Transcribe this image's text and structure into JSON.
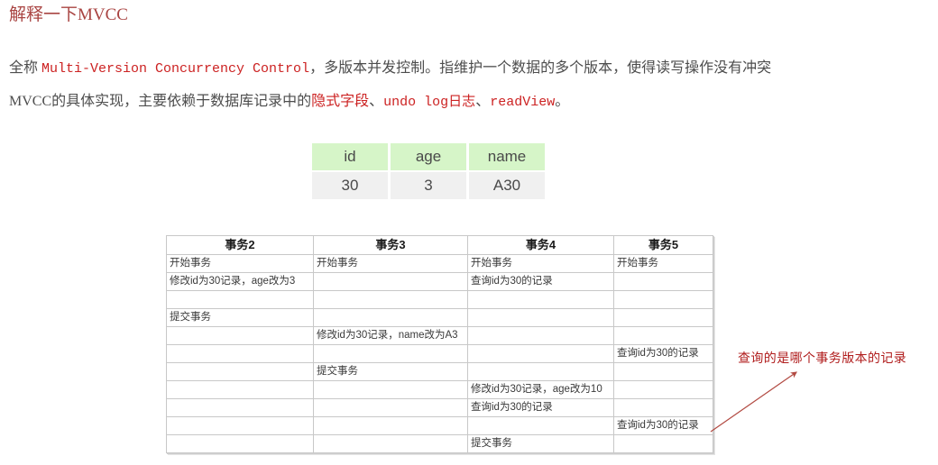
{
  "title": "解释一下MVCC",
  "paragraphs": [
    {
      "id": "para-1",
      "segments": [
        {
          "text": "全称 ",
          "style": "plain"
        },
        {
          "text": "Multi-Version Concurrency Control",
          "style": "red-mono"
        },
        {
          "text": "，多版本并发控制。指维护一个数据的多个版本，使得读写操作没有冲突",
          "style": "plain"
        }
      ]
    },
    {
      "id": "para-2",
      "segments": [
        {
          "text": "MVCC的具体实现，主要依赖于数据库记录中的",
          "style": "plain"
        },
        {
          "text": "隐式字段",
          "style": "red"
        },
        {
          "text": "、",
          "style": "plain"
        },
        {
          "text": "undo log日志",
          "style": "red-mono"
        },
        {
          "text": "、",
          "style": "plain"
        },
        {
          "text": "readView",
          "style": "red-mono"
        },
        {
          "text": "。",
          "style": "plain"
        }
      ]
    }
  ],
  "record_table": {
    "headers": [
      "id",
      "age",
      "name"
    ],
    "rows": [
      [
        "30",
        "3",
        "A30"
      ]
    ],
    "header_bg": "#d6f5c8",
    "cell_bg": "#f0f0f0"
  },
  "transaction_table": {
    "headers": [
      "事务2",
      "事务3",
      "事务4",
      "事务5"
    ],
    "rows": [
      [
        "开始事务",
        "开始事务",
        "开始事务",
        "开始事务"
      ],
      [
        "修改id为30记录，age改为3",
        "",
        "查询id为30的记录",
        ""
      ],
      [
        "",
        "",
        "",
        ""
      ],
      [
        "提交事务",
        "",
        "",
        ""
      ],
      [
        "",
        "修改id为30记录，name改为A3",
        "",
        ""
      ],
      [
        "",
        "",
        "",
        "查询id为30的记录"
      ],
      [
        "",
        "提交事务",
        "",
        ""
      ],
      [
        "",
        "",
        "修改id为30记录，age改为10",
        ""
      ],
      [
        "",
        "",
        "查询id为30的记录",
        ""
      ],
      [
        "",
        "",
        "",
        "查询id为30的记录"
      ],
      [
        "",
        "",
        "提交事务",
        ""
      ]
    ]
  },
  "annotation": {
    "text": "查询的是哪个事务版本的记录",
    "color": "#b01c1c"
  }
}
